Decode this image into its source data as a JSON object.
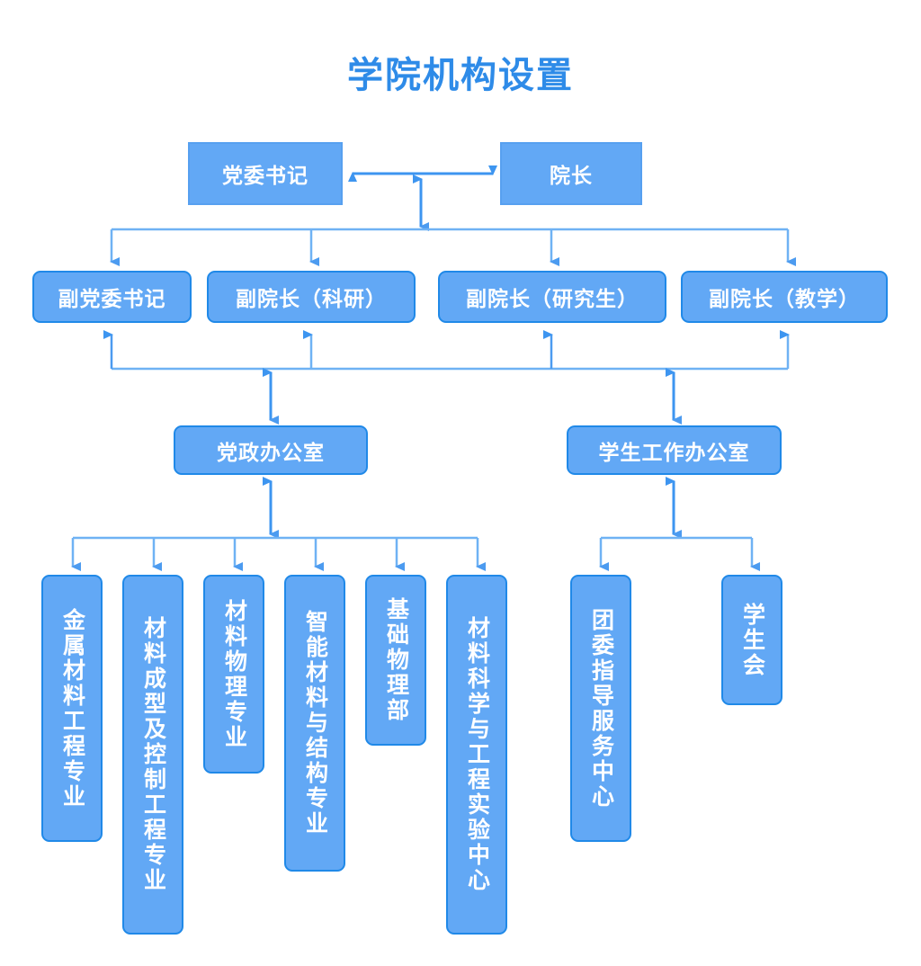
{
  "title": "学院机构设置",
  "theme": {
    "title_color": "#2E8BE8",
    "node_fill": "#62A8F5",
    "node_border": "#2089E8",
    "node_text": "#FFFFFF",
    "connector_color": "#4C9BF0",
    "background": "#FFFFFF"
  },
  "chart_data": {
    "type": "diagram",
    "subtype": "organization-chart",
    "title": "学院机构设置",
    "levels": [
      {
        "level": 1,
        "nodes": [
          "党委书记",
          "院长"
        ],
        "relation": "双向箭头（平级）"
      },
      {
        "level": 2,
        "nodes": [
          "副党委书记",
          "副院长（科研）",
          "副院长（研究生）",
          "副院长（教学）"
        ]
      },
      {
        "level": 3,
        "nodes": [
          "党政办公室",
          "学生工作办公室"
        ]
      },
      {
        "level": 4,
        "groups": [
          {
            "parent": "党政办公室",
            "nodes": [
              "金属材料工程专业",
              "材料成型及控制工程专业",
              "材料物理专业",
              "智能材料与结构专业",
              "基础物理部",
              "材料科学与工程实验中心"
            ]
          },
          {
            "parent": "学生工作办公室",
            "nodes": [
              "团委指导服务中心",
              "学生会"
            ]
          }
        ]
      }
    ]
  },
  "nodes": {
    "row1": {
      "party_secretary": "党委书记",
      "dean": "院长"
    },
    "row2": {
      "deputy_party_secretary": "副党委书记",
      "vice_dean_research": "副院长（科研）",
      "vice_dean_graduate": "副院长（研究生）",
      "vice_dean_teaching": "副院长（教学）"
    },
    "row3": {
      "admin_office": "党政办公室",
      "student_affairs_office": "学生工作办公室"
    },
    "row4_left": {
      "metal_materials": "金属材料工程专业",
      "forming_control": "材料成型及控制工程专业",
      "materials_physics": "材料物理专业",
      "smart_materials": "智能材料与结构专业",
      "basic_physics": "基础物理部",
      "lab_center": "材料科学与工程实验中心"
    },
    "row4_right": {
      "youth_league_center": "团委指导服务中心",
      "student_union": "学生会"
    }
  }
}
